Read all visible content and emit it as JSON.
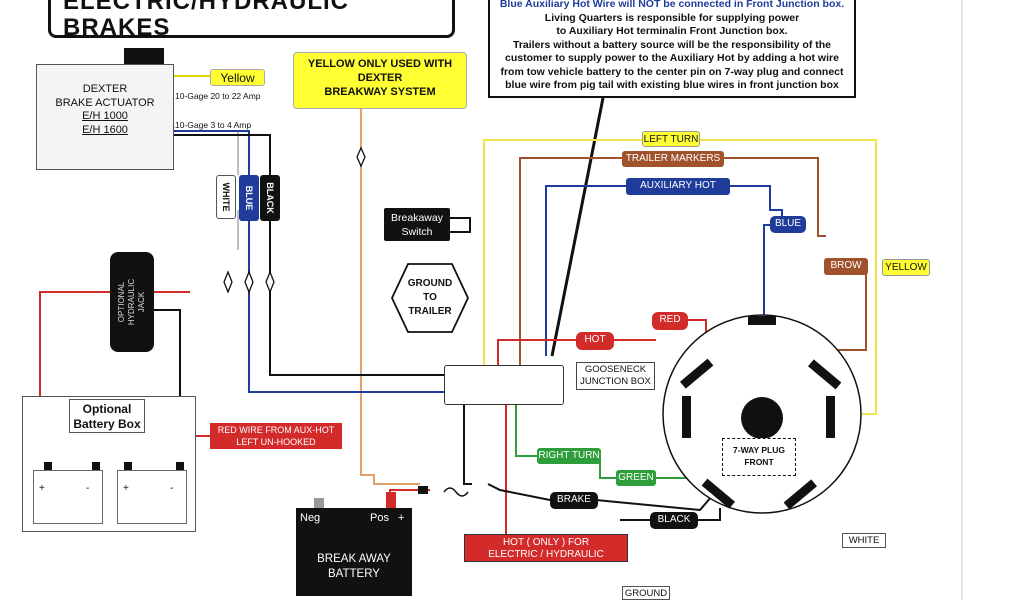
{
  "diagram": {
    "title": "ELECTRIC/HYDRAULIC BRAKES",
    "note_lines": [
      "Blue Auxiliary Hot Wire will NOT be connected in Front Junction box.",
      "Living Quarters is responsible for supplying power",
      "to Auxiliary Hot terminalin Front Junction box.",
      "Trailers without a battery source will be the responsibility of the",
      "customer to supply power to the Auxiliary Hot by adding a hot wire",
      "from tow vehicle battery  to the center pin on  7-way plug and connect",
      "blue wire from pig tail with existing blue wires in front junction box"
    ],
    "actuator": {
      "line1": "DEXTER",
      "line2": "BRAKE ACTUATOR",
      "line3": "E/H 1000",
      "line4": "E/H 1600"
    },
    "yellow_label": "Yellow",
    "gage_top": "10-Gage 20 to 22 Amp",
    "gage_bottom": "10-Gage 3 to 4 Amp",
    "yellow_only": {
      "line1": "YELLOW ONLY USED WITH",
      "line2": "DEXTER",
      "line3": "BREAKWAY SYSTEM"
    },
    "wire_labels": {
      "white": "WHITE",
      "blue": "BLUE",
      "black": "BLACK"
    },
    "breakaway_switch": {
      "line1": "Breakaway",
      "line2": "Switch"
    },
    "ground_to_trailer": {
      "line1": "GROUND",
      "line2": "TO",
      "line3": "TRAILER"
    },
    "jack": {
      "line1": "OPTIONAL",
      "line2": "HYDRAULIC",
      "line3": "JACK"
    },
    "battery_box": {
      "line1": "Optional",
      "line2": "Battery Box",
      "plus": "+",
      "minus": "-"
    },
    "red_wire_note": {
      "line1": "RED WIRE FROM AUX-HOT",
      "line2": "LEFT UN-HOOKED"
    },
    "pills": {
      "left_turn": "LEFT TURN",
      "trailer_markers": "TRAILER MARKERS",
      "auxiliary_hot": "AUXILIARY HOT",
      "blue": "BLUE",
      "brow": "BROW",
      "yellow": "YELLOW",
      "red": "RED",
      "hot": "HOT",
      "right_turn": "RIGHT TURN",
      "green": "GREEN",
      "brake": "BRAKE",
      "black": "BLACK",
      "white": "WHITE",
      "ground": "GROUND"
    },
    "gooseneck": {
      "line1": "GOOSENECK",
      "line2": "JUNCTION BOX"
    },
    "plug": {
      "line1": "7-WAY PLUG",
      "line2": "FRONT"
    },
    "break_away_battery": {
      "neg": "Neg",
      "pos": "Pos",
      "plus": "+",
      "line1": "BREAK AWAY",
      "line2": "BATTERY"
    },
    "hot_only": {
      "line1": "HOT ( ONLY ) FOR",
      "line2": "ELECTRIC / HYDRAULIC"
    }
  },
  "colors": {
    "yellow": "#ffff33",
    "red": "#d32a2a",
    "blue": "#1f3c9a",
    "brown": "#a0522d",
    "green": "#2e9e3a",
    "black": "#111111",
    "tan": "#e3a36b"
  }
}
